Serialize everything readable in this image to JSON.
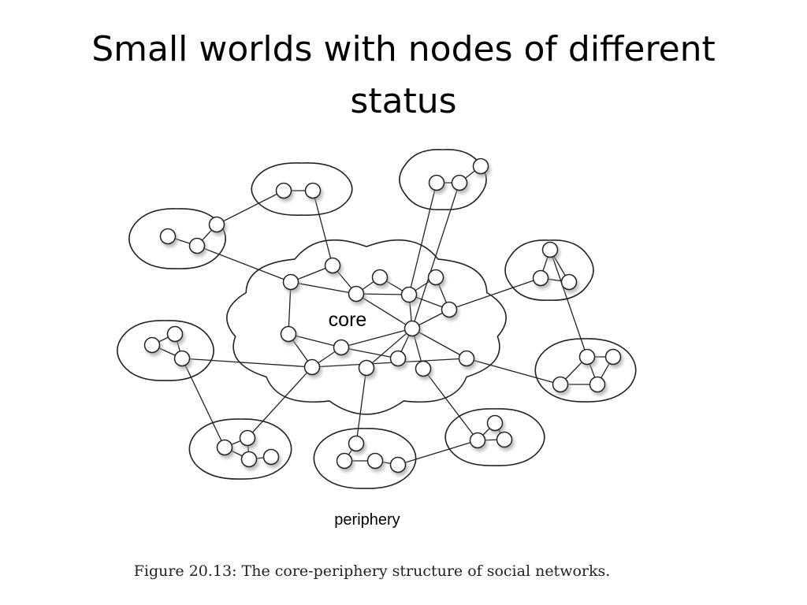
{
  "slide": {
    "title_line1": "Small worlds with nodes of different",
    "title_line2": "status"
  },
  "figure": {
    "core_label": "core",
    "periphery_label": "periphery",
    "caption": "Figure 20.13:  The core-periphery structure of social networks."
  },
  "colors": {
    "outline": "#222222",
    "node_fill": "#ffffff",
    "node_shadow": "#9a9a9a",
    "text": "#000000"
  }
}
